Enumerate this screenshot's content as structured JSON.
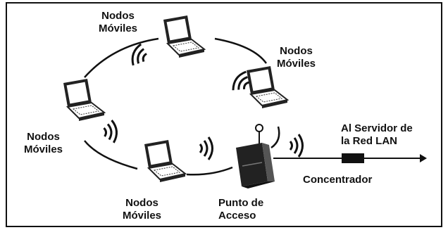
{
  "labels": {
    "node_top": "Nodos\nMóviles",
    "node_right": "Nodos\nMóviles",
    "node_left": "Nodos\nMóviles",
    "node_bottom": "Nodos\nMóviles",
    "access_point": "Punto de\nAcceso",
    "server": "Al Servidor de\nla Red LAN",
    "hub": "Concentrador"
  },
  "colors": {
    "ink": "#111111",
    "background": "#ffffff"
  },
  "icons": [
    "laptop-icon",
    "wifi-waves-icon",
    "access-point-icon",
    "hub-icon",
    "arrow-icon"
  ]
}
